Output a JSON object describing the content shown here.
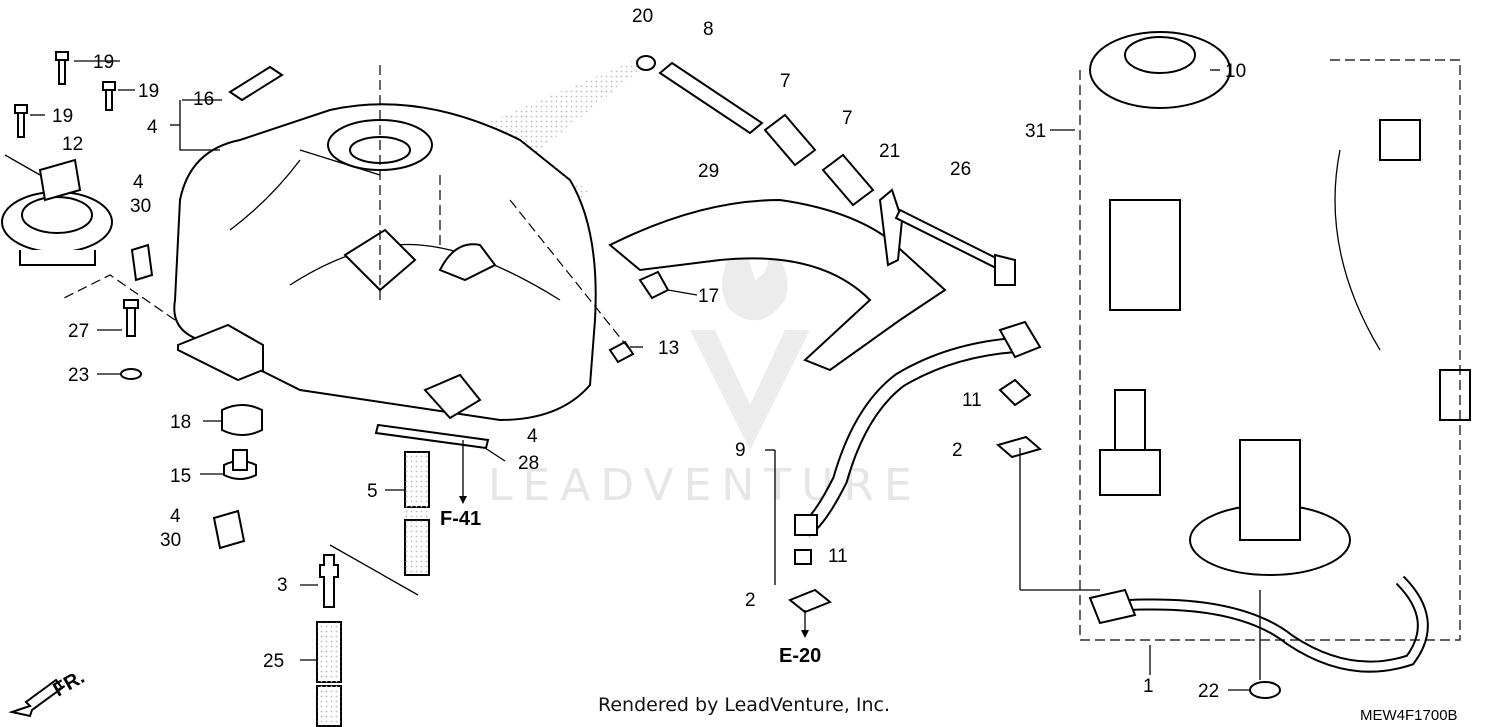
{
  "diagram": {
    "callouts": [
      {
        "id": "c1",
        "text": "1"
      },
      {
        "id": "c2a",
        "text": "2"
      },
      {
        "id": "c2b",
        "text": "2"
      },
      {
        "id": "c3",
        "text": "3"
      },
      {
        "id": "c4a",
        "text": "4"
      },
      {
        "id": "c4b",
        "text": "4"
      },
      {
        "id": "c4c",
        "text": "4"
      },
      {
        "id": "c4d",
        "text": "4"
      },
      {
        "id": "c5",
        "text": "5"
      },
      {
        "id": "c7a",
        "text": "7"
      },
      {
        "id": "c7b",
        "text": "7"
      },
      {
        "id": "c8",
        "text": "8"
      },
      {
        "id": "c9",
        "text": "9"
      },
      {
        "id": "c10",
        "text": "10"
      },
      {
        "id": "c11a",
        "text": "11"
      },
      {
        "id": "c11b",
        "text": "11"
      },
      {
        "id": "c12",
        "text": "12"
      },
      {
        "id": "c13",
        "text": "13"
      },
      {
        "id": "c15",
        "text": "15"
      },
      {
        "id": "c16",
        "text": "16"
      },
      {
        "id": "c17",
        "text": "17"
      },
      {
        "id": "c18",
        "text": "18"
      },
      {
        "id": "c19a",
        "text": "19"
      },
      {
        "id": "c19b",
        "text": "19"
      },
      {
        "id": "c19c",
        "text": "19"
      },
      {
        "id": "c20",
        "text": "20"
      },
      {
        "id": "c21",
        "text": "21"
      },
      {
        "id": "c22",
        "text": "22"
      },
      {
        "id": "c23",
        "text": "23"
      },
      {
        "id": "c25",
        "text": "25"
      },
      {
        "id": "c26",
        "text": "26"
      },
      {
        "id": "c27",
        "text": "27"
      },
      {
        "id": "c28",
        "text": "28"
      },
      {
        "id": "c29",
        "text": "29"
      },
      {
        "id": "c30a",
        "text": "30"
      },
      {
        "id": "c30b",
        "text": "30"
      },
      {
        "id": "c31",
        "text": "31"
      }
    ],
    "references": {
      "f41": "F-41",
      "e20": "E-20"
    },
    "front_marker": "FR.",
    "watermark": "LEADVENTURE",
    "credit": "Rendered by LeadVenture, Inc.",
    "diagram_code": "MEW4F1700B"
  }
}
